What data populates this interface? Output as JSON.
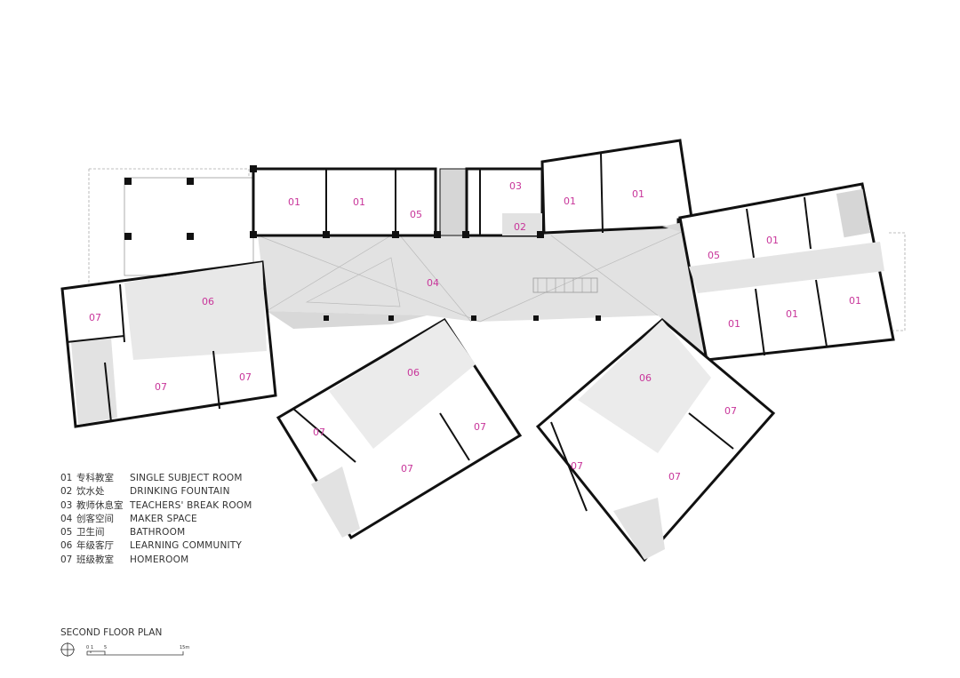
{
  "drawing": {
    "title": "SECOND FLOOR PLAN",
    "scale_bar": {
      "ticks": [
        "0",
        "1",
        "5",
        "15m"
      ]
    },
    "accent_label_color": "#c8359a",
    "wall_color": "#111111",
    "circulation_fill": "#e3e3e3",
    "community_fill": "#ebebeb"
  },
  "legend": [
    {
      "num": "01",
      "cn": "专科教室",
      "en": "SINGLE SUBJECT ROOM"
    },
    {
      "num": "02",
      "cn": "饮水处",
      "en": "DRINKING FOUNTAIN"
    },
    {
      "num": "03",
      "cn": "教师休息室",
      "en": "TEACHERS' BREAK ROOM"
    },
    {
      "num": "04",
      "cn": "创客空间",
      "en": "MAKER SPACE"
    },
    {
      "num": "05",
      "cn": "卫生间",
      "en": "BATHROOM"
    },
    {
      "num": "06",
      "cn": "年级客厅",
      "en": "LEARNING COMMUNITY"
    },
    {
      "num": "07",
      "cn": "班级教室",
      "en": "HOMEROOM"
    }
  ],
  "room_labels": {
    "top_01_a": "01",
    "top_01_b": "01",
    "top_05": "05",
    "top_03": "03",
    "top_02": "02",
    "top_01_c": "01",
    "top_01_d": "01",
    "maker_04": "04",
    "east_01_a": "01",
    "east_05": "05",
    "east_01_b": "01",
    "east_01_c": "01",
    "east_01_d": "01",
    "west_06": "06",
    "west_07_a": "07",
    "west_07_b": "07",
    "west_07_c": "07",
    "mid_06": "06",
    "mid_07_a": "07",
    "mid_07_b": "07",
    "mid_07_c": "07",
    "se_06": "06",
    "se_07_a": "07",
    "se_07_b": "07",
    "se_07_c": "07"
  }
}
